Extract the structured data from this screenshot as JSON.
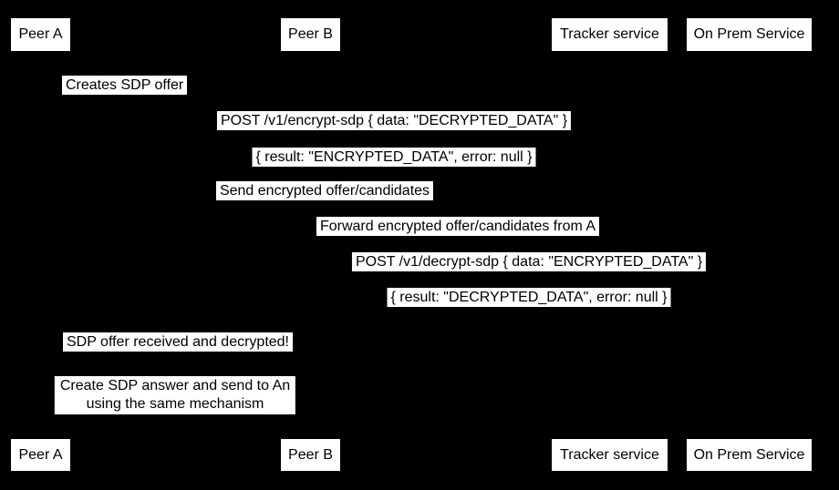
{
  "colors": {
    "background": "#000000",
    "box_fill": "#ffffff",
    "text": "#000000"
  },
  "actors": {
    "peer_a": "Peer A",
    "peer_b": "Peer B",
    "tracker": "Tracker service",
    "on_prem": "On Prem Service"
  },
  "labels": {
    "creates_offer": "Creates SDP offer",
    "encrypt_request": "POST /v1/encrypt-sdp { data: \"DECRYPTED_DATA\" }",
    "encrypt_response": "{ result: \"ENCRYPTED_DATA\", error: null }",
    "send_encrypted": "Send encrypted offer/candidates",
    "forward_encrypted": "Forward encrypted offer/candidates from A",
    "decrypt_request": "POST /v1/decrypt-sdp { data: \"ENCRYPTED_DATA\" }",
    "decrypt_response": "{ result: \"DECRYPTED_DATA\", error: null }",
    "offer_received": "SDP offer received and decrypted!",
    "answer_note_line1": "Create SDP answer and send to An",
    "answer_note_line2": "using the same mechanism"
  }
}
